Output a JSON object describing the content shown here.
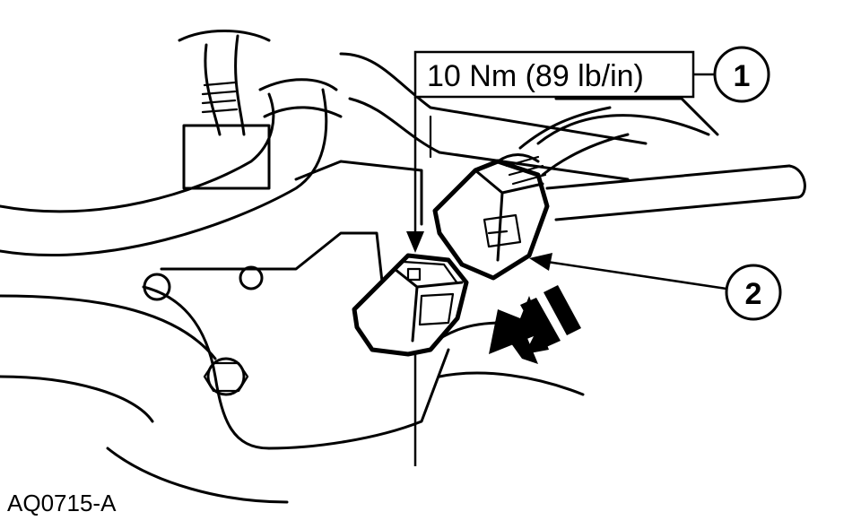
{
  "diagram": {
    "torque_label": "10 Nm (89 lb/in)",
    "callouts": [
      {
        "number": "1"
      },
      {
        "number": "2"
      }
    ],
    "figure_id": "AQ0715-A"
  }
}
